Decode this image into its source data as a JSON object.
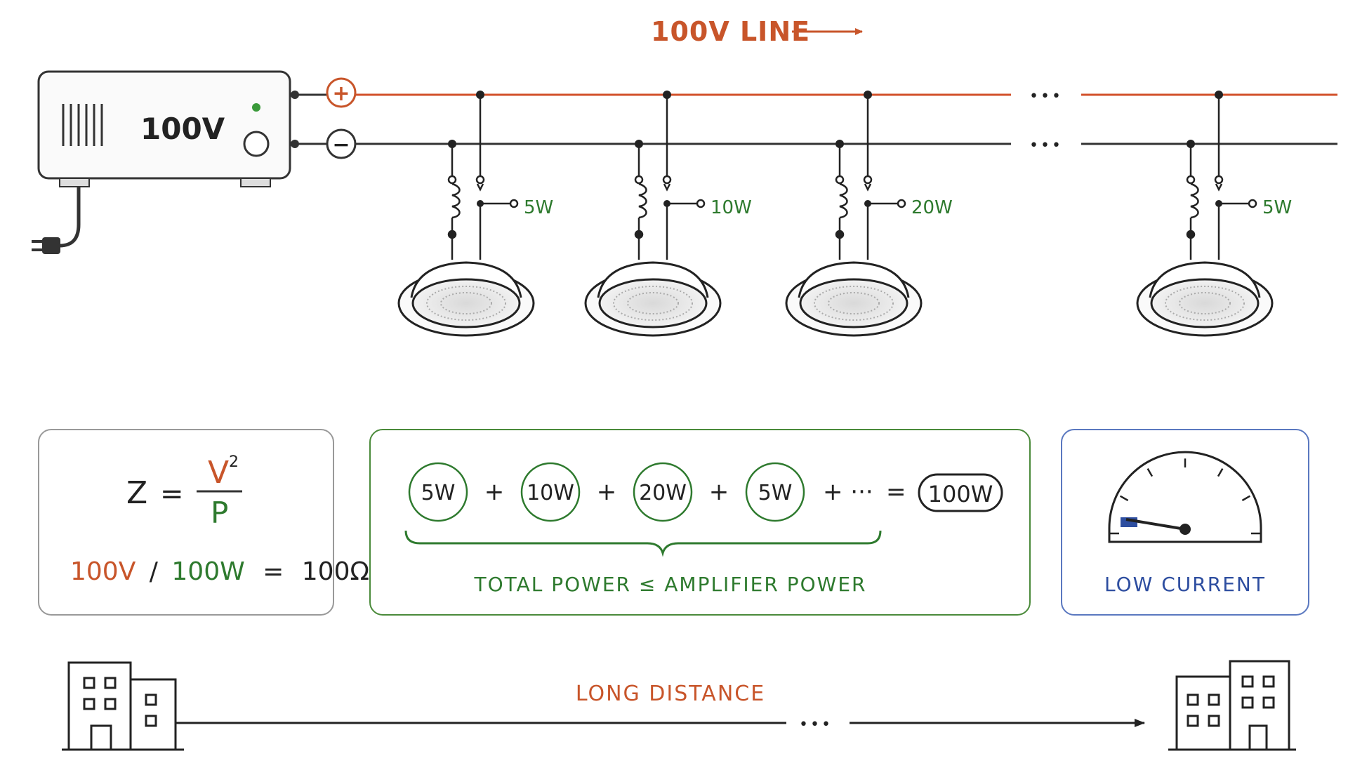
{
  "header": {
    "line_label": "100V LINE"
  },
  "amplifier": {
    "voltage_label": "100V",
    "plus_symbol": "+",
    "minus_symbol": "−"
  },
  "ellipsis": "•••",
  "speakers": [
    {
      "power": "5W"
    },
    {
      "power": "10W"
    },
    {
      "power": "20W"
    },
    {
      "power": "5W"
    }
  ],
  "formula": {
    "lhs": "Z",
    "equals": "=",
    "numerator": "V",
    "exponent": "2",
    "denominator": "P",
    "example_v": "100V",
    "example_slash": "/",
    "example_w": "100W",
    "example_eq": "=",
    "example_result": "100Ω"
  },
  "power_sum": {
    "terms": [
      "5W",
      "10W",
      "20W",
      "5W"
    ],
    "plus": "+",
    "more": "+ ···",
    "equals": "=",
    "total": "100W",
    "caption": "TOTAL POWER ≤ AMPLIFIER POWER"
  },
  "meter": {
    "caption": "LOW CURRENT"
  },
  "distance": {
    "caption": "LONG DISTANCE",
    "dots": "•••"
  },
  "colors": {
    "positive_line": "#d2502a",
    "negative_line": "#333333",
    "accent_red": "#c8552a",
    "accent_green": "#2e7a2e",
    "accent_blue": "#2e4ea0",
    "meter_needle_zone": "#2e4ea0"
  }
}
